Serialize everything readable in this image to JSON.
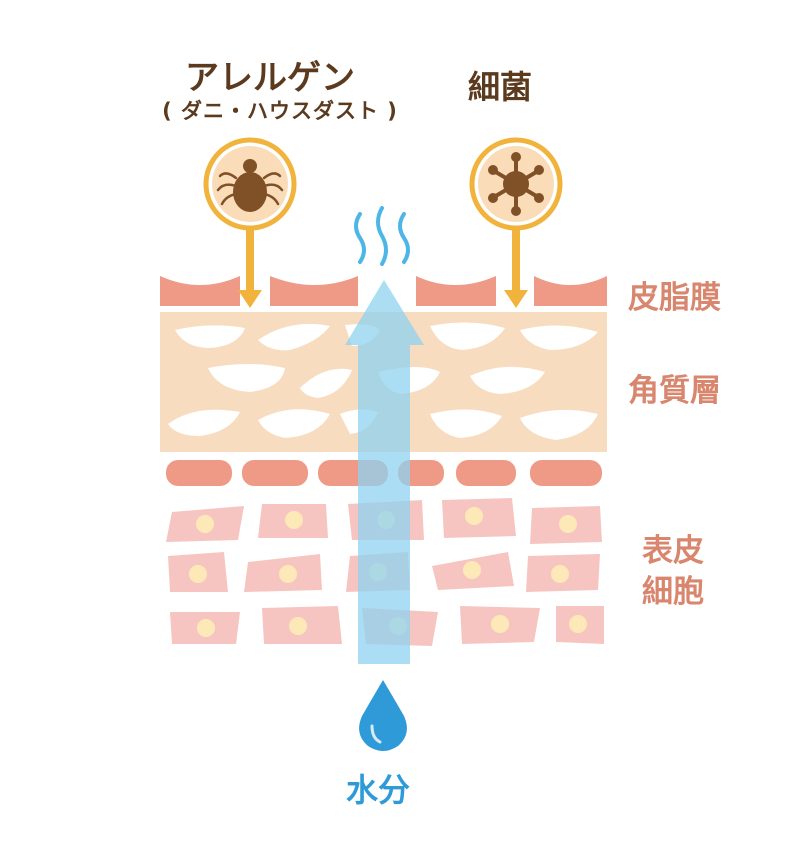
{
  "labels": {
    "allergen": "アレルゲン",
    "allergen_sub": "( ダニ・ハウスダスト )",
    "bacteria": "細菌",
    "sebum_layer": "皮脂膜",
    "horny_layer": "角質層",
    "epidermis_line1": "表皮",
    "epidermis_line2": "細胞",
    "moisture": "水分"
  },
  "icons": {
    "allergen": "dust-mite-icon",
    "bacteria": "bacteria-icon",
    "moisture": "water-drop-icon",
    "evaporation": "vapor-wave-icon"
  },
  "colors": {
    "text_brown": "#5b3a1e",
    "layer_label": "#d9866e",
    "moisture_blue": "#2f9ad8",
    "arrow_blue": "#8fd2f0",
    "sebum": "#ef9a86",
    "horny": "#f8dcc0",
    "cell": "#f6c5c1",
    "nucleus": "#fde9b8",
    "icon_ring": "#f2b33d",
    "icon_fill": "#805027"
  }
}
